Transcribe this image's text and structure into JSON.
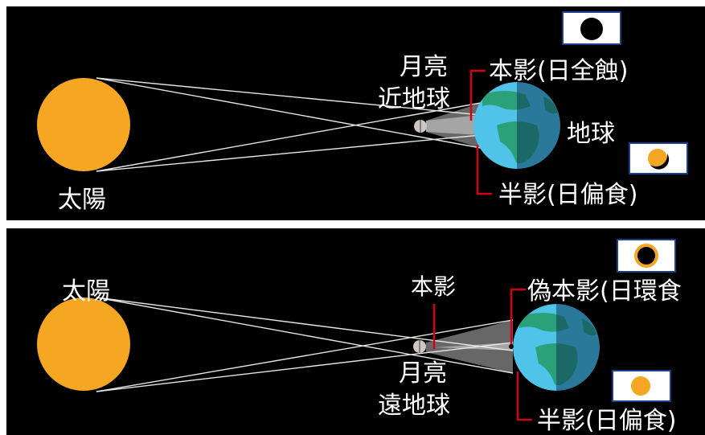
{
  "colors": {
    "background": "#000000",
    "sun": "#f5a623",
    "earth_ocean": "#4fc4e8",
    "earth_land": "#2aa178",
    "umbra_line": "#d0021b",
    "moon": "#cfc6c4"
  },
  "panels": [
    {
      "sun_label": "太陽",
      "moon_label_line1": "月亮",
      "moon_label_line2": "近地球",
      "earth_label": "地球",
      "umbra_label": "本影(日全蝕)",
      "penumbra_label": "半影(日偏食)",
      "umbra_icon": "total-eclipse-icon",
      "penumbra_icon": "partial-eclipse-icon"
    },
    {
      "sun_label": "太陽",
      "umbra_label": "本影",
      "moon_label_line1": "月亮",
      "moon_label_line2": "遠地球",
      "antumbra_label": "偽本影(日環食",
      "penumbra_label": "半影(日偏食)",
      "antumbra_icon": "annular-eclipse-icon",
      "penumbra_icon": "partial-eclipse-icon"
    }
  ]
}
